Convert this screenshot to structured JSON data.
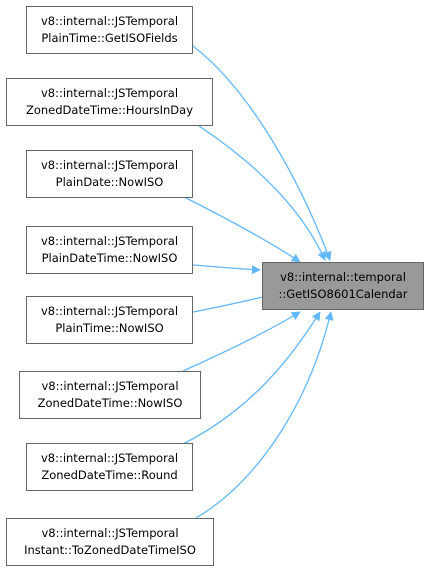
{
  "target": {
    "line1": "v8::internal::temporal",
    "line2": "::GetISO8601Calendar"
  },
  "callers": [
    {
      "line1": "v8::internal::JSTemporal",
      "line2": "PlainTime::GetISOFields"
    },
    {
      "line1": "v8::internal::JSTemporal",
      "line2": "ZonedDateTime::HoursInDay"
    },
    {
      "line1": "v8::internal::JSTemporal",
      "line2": "PlainDate::NowISO"
    },
    {
      "line1": "v8::internal::JSTemporal",
      "line2": "PlainDateTime::NowISO"
    },
    {
      "line1": "v8::internal::JSTemporal",
      "line2": "PlainTime::NowISO"
    },
    {
      "line1": "v8::internal::JSTemporal",
      "line2": "ZonedDateTime::NowISO"
    },
    {
      "line1": "v8::internal::JSTemporal",
      "line2": "ZonedDateTime::Round"
    },
    {
      "line1": "v8::internal::JSTemporal",
      "line2": "Instant::ToZonedDateTimeISO"
    }
  ],
  "colors": {
    "edge": "#63b8ff",
    "node_border": "#666666",
    "target_fill": "#999999"
  }
}
